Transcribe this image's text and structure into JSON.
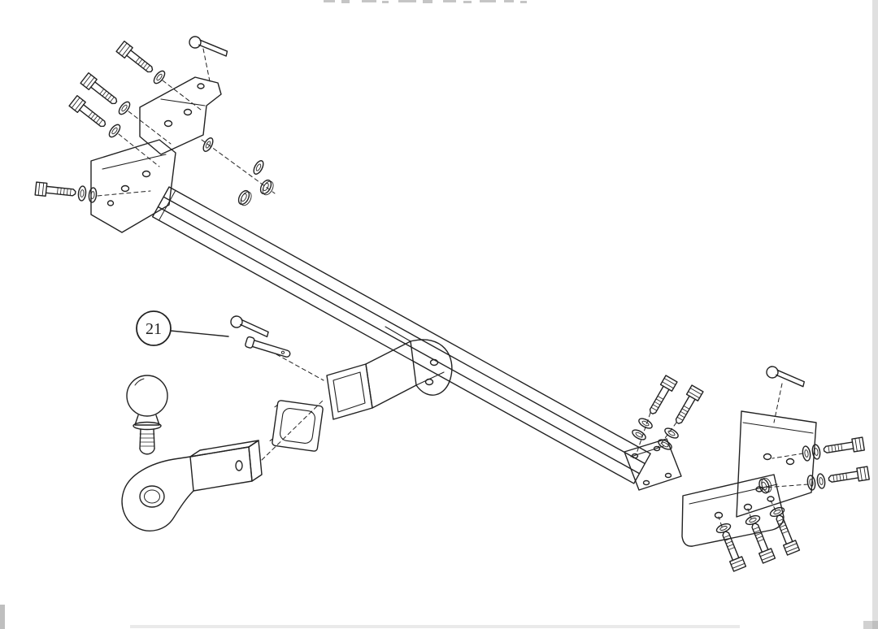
{
  "diagram": {
    "callout": {
      "label": "21"
    },
    "colors": {
      "line": "#222222",
      "background": "#ffffff"
    },
    "parts": [
      "left-mounting-bracket-assembly",
      "main-crossbar-tube",
      "receiver-tube-assembly",
      "receiver-cover-plate",
      "ball-mount",
      "tow-ball",
      "hitch-pin-and-clip",
      "right-mounting-bracket-assembly"
    ]
  }
}
